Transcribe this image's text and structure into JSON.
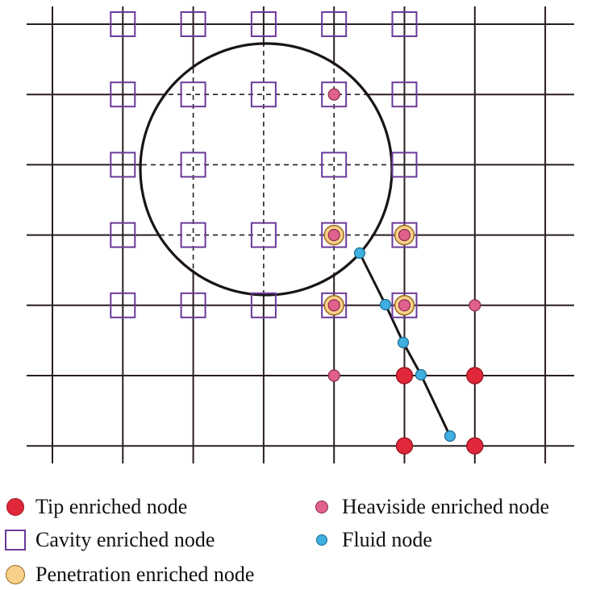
{
  "colors": {
    "grid": "#2a1e1e",
    "cavity": "#6a3a9a",
    "tip_fill": "#e0283a",
    "tip_stroke": "#9a1420",
    "heaviside_fill": "#e0608e",
    "heaviside_stroke": "#8a2a4a",
    "fluid_fill": "#3fb0e0",
    "fluid_stroke": "#1a6a90",
    "penetration_fill": "#f8d08a",
    "penetration_stroke": "#9a6a20",
    "circle": "#1a1414",
    "crack": "#1a1414"
  },
  "grid": {
    "cols": 8,
    "rows": 7
  },
  "nodes": {
    "cavity": [
      [
        1,
        0
      ],
      [
        2,
        0
      ],
      [
        3,
        0
      ],
      [
        4,
        0
      ],
      [
        5,
        0
      ],
      [
        1,
        1
      ],
      [
        2,
        1
      ],
      [
        3,
        1
      ],
      [
        4,
        1
      ],
      [
        5,
        1
      ],
      [
        1,
        2
      ],
      [
        2,
        2
      ],
      [
        4,
        2
      ],
      [
        5,
        2
      ],
      [
        1,
        3
      ],
      [
        2,
        3
      ],
      [
        3,
        3
      ],
      [
        4,
        3
      ],
      [
        5,
        3
      ],
      [
        1,
        4
      ],
      [
        2,
        4
      ],
      [
        3,
        4
      ],
      [
        4,
        4
      ],
      [
        5,
        4
      ]
    ],
    "penetration": [
      [
        4,
        3
      ],
      [
        5,
        3
      ],
      [
        4,
        4
      ],
      [
        5,
        4
      ]
    ],
    "heaviside": [
      [
        4,
        1
      ],
      [
        4,
        3
      ],
      [
        5,
        3
      ],
      [
        4,
        4
      ],
      [
        5,
        4
      ],
      [
        6,
        4
      ],
      [
        4,
        5
      ]
    ],
    "tip": [
      [
        5,
        5
      ],
      [
        6,
        5
      ],
      [
        5,
        6
      ],
      [
        6,
        6
      ]
    ]
  },
  "legend": {
    "tip": "Tip enriched node",
    "cavity": "Cavity enriched node",
    "penetration": "Penetration enriched node",
    "heaviside": "Heaviside enriched node",
    "fluid": "Fluid node"
  }
}
